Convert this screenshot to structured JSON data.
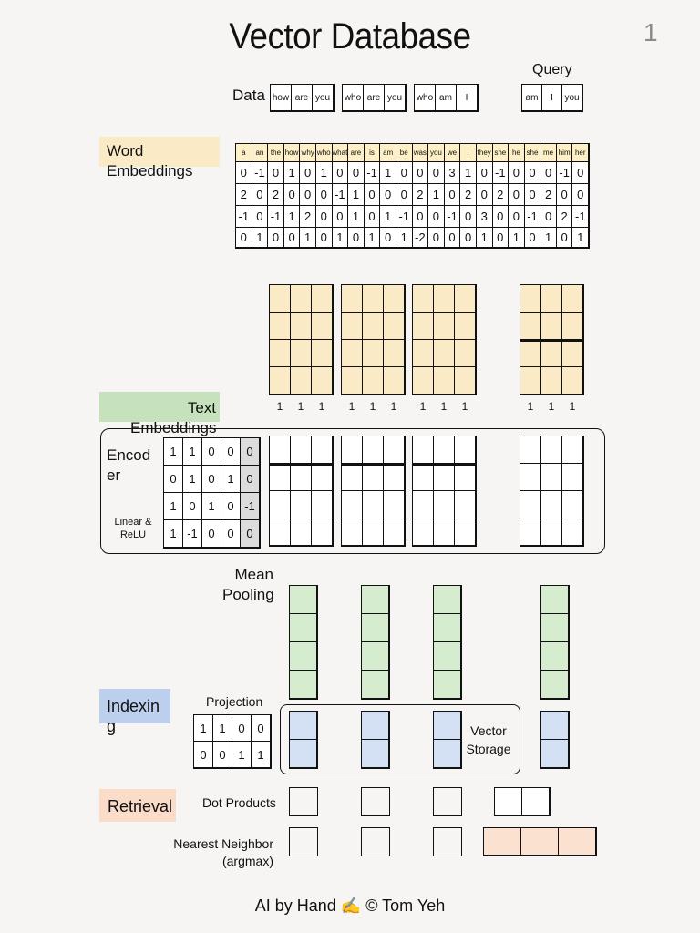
{
  "title": "Vector Database",
  "page_number": "1",
  "data_label": "Data",
  "query_label": "Query",
  "data_sentences": [
    [
      "how",
      "are",
      "you"
    ],
    [
      "who",
      "are",
      "you"
    ],
    [
      "who",
      "am",
      "I"
    ]
  ],
  "query_tokens": [
    "am",
    "I",
    "you"
  ],
  "stages": {
    "word_embeddings": "Word Embeddings",
    "text_embeddings": "Text Embeddings",
    "encoder": "Encoder",
    "linear_relu": "Linear & ReLU",
    "mean_pooling": "Mean Pooling",
    "indexing": "Indexing",
    "projection": "Projection",
    "vector_storage": "Vector Storage",
    "retrieval": "Retrieval",
    "dot_products": "Dot Products",
    "nearest_neighbor": "Nearest Neighbor (argmax)"
  },
  "vocab": [
    "a",
    "an",
    "the",
    "how",
    "why",
    "who",
    "what",
    "are",
    "is",
    "am",
    "be",
    "was",
    "you",
    "we",
    "I",
    "they",
    "she",
    "he",
    "she",
    "me",
    "him",
    "her"
  ],
  "embeddings": [
    [
      "0",
      "-1",
      "0",
      "1",
      "0",
      "1",
      "0",
      "0",
      "-1",
      "1",
      "0",
      "0",
      "0",
      "3",
      "1",
      "0",
      "-1",
      "0",
      "0",
      "0",
      "-1",
      "0"
    ],
    [
      "2",
      "0",
      "2",
      "0",
      "0",
      "0",
      "-1",
      "1",
      "0",
      "0",
      "0",
      "2",
      "1",
      "0",
      "2",
      "0",
      "2",
      "0",
      "0",
      "2",
      "0",
      "0"
    ],
    [
      "-1",
      "0",
      "-1",
      "1",
      "2",
      "0",
      "0",
      "1",
      "0",
      "1",
      "-1",
      "0",
      "0",
      "-1",
      "0",
      "3",
      "0",
      "0",
      "-1",
      "0",
      "2",
      "-1"
    ],
    [
      "0",
      "1",
      "0",
      "0",
      "1",
      "0",
      "1",
      "0",
      "1",
      "0",
      "1",
      "-2",
      "0",
      "0",
      "0",
      "1",
      "0",
      "1",
      "0",
      "1",
      "0",
      "1"
    ]
  ],
  "ones_row": [
    "1",
    "1",
    "1"
  ],
  "encoder_matrix": [
    [
      "1",
      "1",
      "0",
      "0",
      "0"
    ],
    [
      "0",
      "1",
      "0",
      "1",
      "0"
    ],
    [
      "1",
      "0",
      "1",
      "0",
      "-1"
    ],
    [
      "1",
      "-1",
      "0",
      "0",
      "0"
    ]
  ],
  "projection_matrix": [
    [
      "1",
      "1",
      "0",
      "0"
    ],
    [
      "0",
      "0",
      "1",
      "1"
    ]
  ],
  "footer": "AI by Hand ✍️ © Tom Yeh"
}
